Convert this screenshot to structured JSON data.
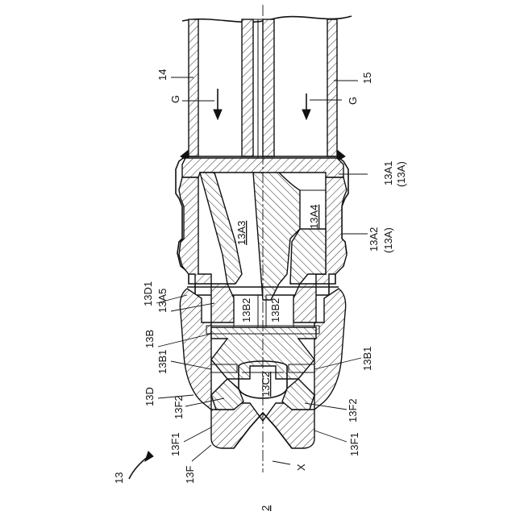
{
  "labels": {
    "assembly": "13",
    "figure_ref": "2",
    "axis": "X",
    "gas_left": "G",
    "gas_right": "G",
    "pipe_left": "14",
    "pipe_right": "15",
    "l_13A1": "13A1",
    "l_13A_a": "(13A)",
    "l_13A2": "13A2",
    "l_13A_b": "(13A)",
    "l_13A3": "13A3",
    "l_13A4": "13A4",
    "l_13A5": "13A5",
    "l_13D1": "13D1",
    "l_13B2_a": "13B2",
    "l_13B2_b": "13B2",
    "l_13B": "13B",
    "l_13B1_left": "13B1",
    "l_13B1_right": "13B1",
    "l_13C2": "13C2",
    "l_13D": "13D",
    "l_13F2_left": "13F2",
    "l_13F2_right": "13F2",
    "l_13F1_left": "13F1",
    "l_13F1_right": "13F1",
    "l_13F": "13F"
  }
}
